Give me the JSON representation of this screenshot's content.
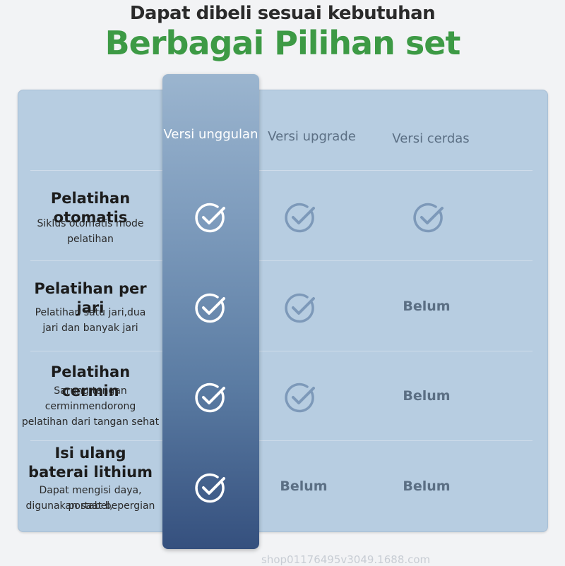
{
  "header": {
    "subtitle": "Dapat dibeli sesuai kebutuhan",
    "title": "Berbagai Pilihan set"
  },
  "columns": [
    "Versi unggulan",
    "Versi upgrade",
    "Versi cerdas"
  ],
  "rows": [
    {
      "title_lines": [
        "Pelatihan otomatis"
      ],
      "desc_lines": [
        "Siklus otomatis mode",
        "pelatihan"
      ],
      "values": [
        "check",
        "check",
        "check"
      ]
    },
    {
      "title_lines": [
        "Pelatihan per jari"
      ],
      "desc_lines": [
        "Pelatihan satu jari,dua",
        "jari dan banyak jari"
      ],
      "values": [
        "check",
        "check",
        "Belum"
      ]
    },
    {
      "title_lines": [
        "Pelatihan cermin"
      ],
      "desc_lines": [
        "Sarung tangan",
        "cerminmendorong",
        "pelatihan dari tangan sehat"
      ],
      "values": [
        "check",
        "check",
        "Belum"
      ]
    },
    {
      "title_lines": [
        "Isi ulang",
        "baterai lithium"
      ],
      "desc_lines": [
        "Dapat mengisi daya, portabel,",
        "digunakan saat bepergian"
      ],
      "values": [
        "check",
        "Belum",
        "Belum"
      ]
    }
  ],
  "icons": {
    "check": "check-circle-icon"
  },
  "colors": {
    "title_green": "#3d9a45",
    "card_bg": "#b7cde1",
    "highlight_top": "#9bb5cf",
    "highlight_bottom": "#35507e",
    "muted_text": "#5b6f84",
    "check_white": "#ffffff",
    "check_blue": "#7d99b9"
  },
  "watermark": "shop01176495v3049.1688.com"
}
